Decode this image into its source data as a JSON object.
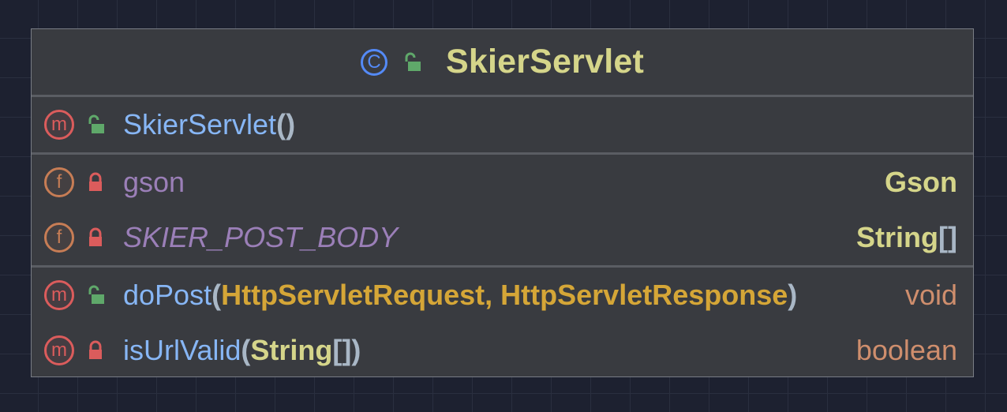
{
  "class": {
    "kind_icon": "class-icon",
    "kind_letter": "C",
    "visibility_icon": "unlocked-icon",
    "name": "SkierServlet"
  },
  "colors": {
    "background": "#1d2130",
    "box": "#393b40",
    "class_name": "#d5d58a",
    "method_name": "#87b6f5",
    "field_name": "#9b7fb8",
    "param_type": "#d5a637",
    "primitive_type": "#cf8e6d",
    "method_badge": "#db5c5c",
    "field_badge": "#c77d55",
    "public_lock": "#5fa86a",
    "private_lock": "#db5c5c"
  },
  "constructors": [
    {
      "badge": "m",
      "visibility": "public",
      "name": "SkierServlet",
      "open": "(",
      "close": ")"
    }
  ],
  "fields": [
    {
      "badge": "f",
      "visibility": "private",
      "name": "gson",
      "type": "Gson"
    },
    {
      "badge": "f",
      "visibility": "private",
      "name": "SKIER_POST_BODY",
      "type": "String",
      "type_suffix": "[]"
    }
  ],
  "methods": [
    {
      "badge": "m",
      "visibility": "public",
      "name": "doPost",
      "open": "(",
      "param1": "HttpServletRequest",
      "sep": ", ",
      "param2": "HttpServletResponse",
      "close": ")",
      "return": "void"
    },
    {
      "badge": "m",
      "visibility": "private",
      "name": "isUrlValid",
      "open": "(",
      "param1": "String",
      "param1_suffix": "[]",
      "close": ")",
      "return": "boolean"
    }
  ]
}
